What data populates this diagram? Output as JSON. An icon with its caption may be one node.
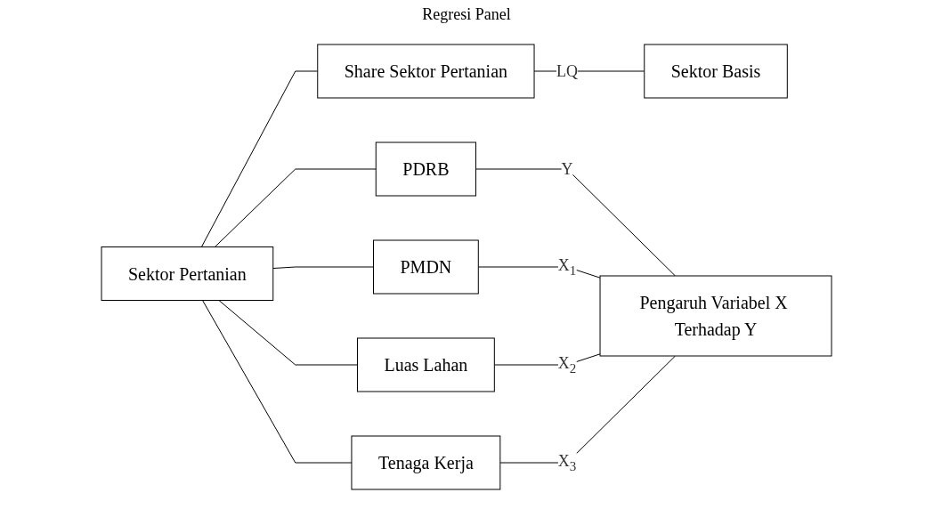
{
  "diagram": {
    "nodes": [
      {
        "text": [
          "Sektor Pertanian"
        ]
      },
      {
        "text": [
          "Share Sektor Pertanian"
        ]
      },
      {
        "text": [
          "Sektor Basis"
        ]
      },
      {
        "text": [
          "PDRB"
        ]
      },
      {
        "text": [
          "PMDN"
        ]
      },
      {
        "text": [
          "Luas Lahan"
        ]
      },
      {
        "text": [
          "Tenaga Kerja"
        ]
      },
      {
        "text": [
          "Pengaruh Variabel X Terhadap Y"
        ]
      }
    ],
    "edges": [
      {
        "from": 0,
        "to": 1,
        "arrow": "none"
      },
      {
        "from": 0,
        "to": 3,
        "arrow": "none"
      },
      {
        "from": 0,
        "to": 4,
        "arrow": "none"
      },
      {
        "from": 0,
        "to": 5,
        "arrow": "none"
      },
      {
        "from": 0,
        "to": 6,
        "arrow": "none"
      },
      {
        "from": 1,
        "to": 2,
        "label": "LQ",
        "arrow": "none"
      },
      {
        "from": 3,
        "to": 7,
        "label": "Y",
        "arrow": "none"
      },
      {
        "from": 4,
        "to": 7,
        "label": "X$_{1}$",
        "arrow": "none"
      },
      {
        "from": 5,
        "to": 7,
        "label": "X$_{2}$",
        "arrow": "none"
      },
      {
        "from": 6,
        "to": 7,
        "label": "X$_{3}$",
        "arrow": "none"
      }
    ],
    "labels": [
      "Regresi Panel"
    ]
  }
}
